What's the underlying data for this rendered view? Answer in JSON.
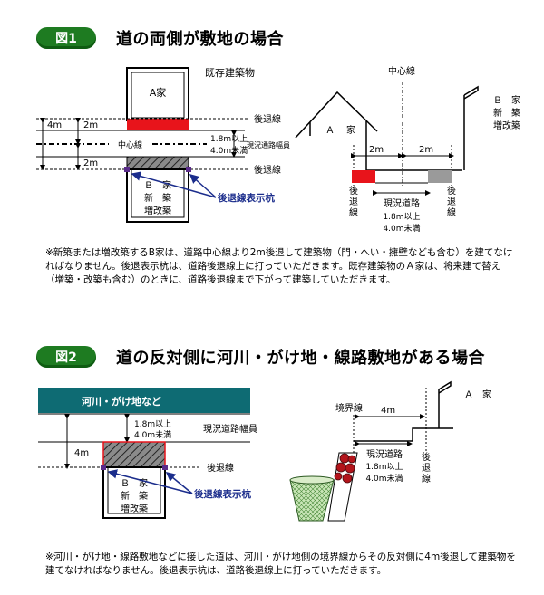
{
  "fig1": {
    "badge": "図1",
    "title": "道の両側が敷地の場合",
    "house_a": "A家",
    "existing_building": "既存建築物",
    "dim_4m": "4m",
    "dim_2m_top": "2m",
    "dim_2m_bottom": "2m",
    "setback_line_top": "後退線",
    "setback_line_bottom": "後退線",
    "center_line": "中心線",
    "width_range_1": "1.8m以上",
    "width_range_2": "4.0m未満",
    "current_road_width": "現況通路幅員",
    "house_b_1": "Ｂ　家",
    "house_b_2": "新　築",
    "house_b_3": "増改築",
    "marker_label": "後退線表示杭",
    "sec_center_line": "中心線",
    "sec_house_a_1": "Ａ",
    "sec_house_a_2": "家",
    "sec_house_b_1": "Ｂ　家",
    "sec_house_b_2": "新　築",
    "sec_house_b_3": "増改築",
    "sec_2m_left": "2m",
    "sec_2m_right": "2m",
    "sec_setback_left": "後退線",
    "sec_setback_right": "後退線",
    "sec_road": "現況道路",
    "sec_range_1": "1.8m以上",
    "sec_range_2": "4.0m未満",
    "note": "※新築または増改築するB家は、道路中心線より2m後退して建築物（門・へい・擁壁なども含む）を建てなければなりません。後退表示杭は、道路後退線上に打っていただきます。既存建築物のＡ家は、将来建て替え（増築・改築も含む）のときに、道路後退線まで下がって建築していただきます。"
  },
  "fig2": {
    "badge": "図2",
    "title": "道の反対側に河川・がけ地・線路敷地がある場合",
    "river_box": "河川・がけ地など",
    "width_range_1": "1.8m以上",
    "width_range_2": "4.0m未満",
    "current_road_width": "現況道路幅員",
    "dim_4m": "4m",
    "setback_line": "後退線",
    "house_b_1": "Ｂ　家",
    "house_b_2": "新　築",
    "house_b_3": "増改築",
    "marker_label": "後退線表示杭",
    "sec_boundary": "境界線",
    "sec_4m": "4m",
    "sec_house_a": "Ａ　家",
    "sec_road": "現況道路",
    "sec_range_1": "1.8m以上",
    "sec_range_2": "4.0m未満",
    "sec_setback": "後退線",
    "note": "※河川・がけ地・線路敷地などに接した道は、河川・がけ地側の境界線からその反対側に4m後退して建築物を建てなければなりません。後退表示杭は、道路後退線上に打っていただきます。"
  },
  "colors": {
    "badge_green": "#1e7b21",
    "setback_red": "#e8141b",
    "hatch_gray": "#8a8a8a",
    "marker_purple": "#5a2b8a",
    "label_navy": "#1b2d8c",
    "river_teal": "#0e6b73"
  }
}
